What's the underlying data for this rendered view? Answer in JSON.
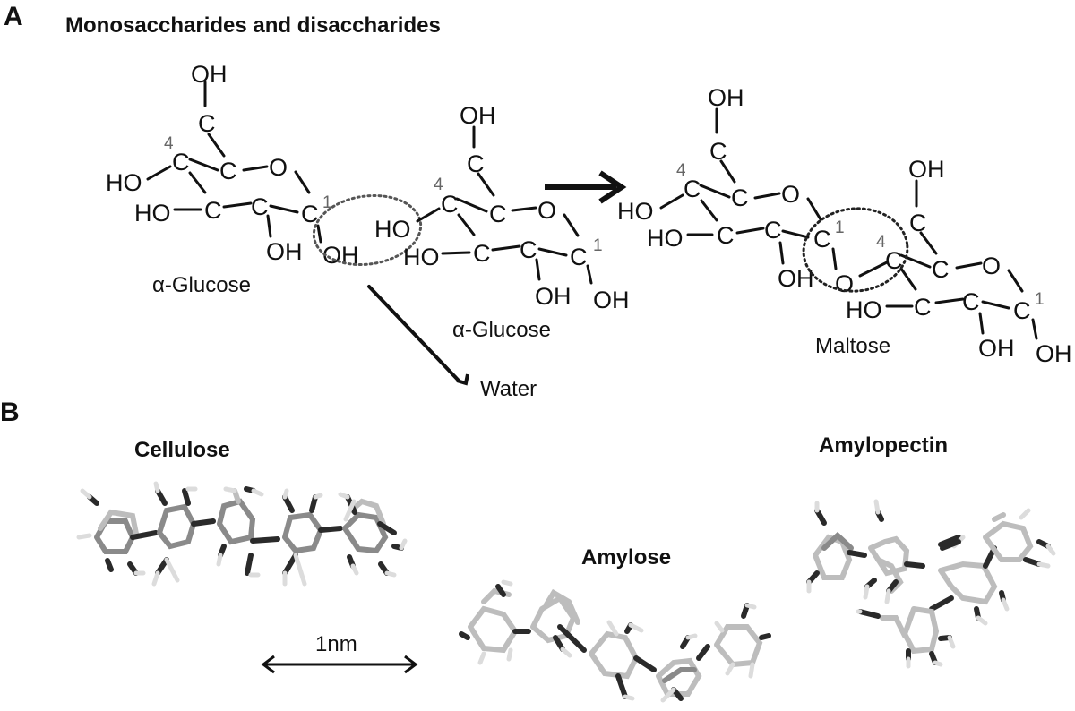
{
  "panel_a": {
    "label": "A",
    "title": "Monosaccharides and disaccharides",
    "glucose1": {
      "name": "α-Glucose",
      "atoms": {
        "oh_top": "OH",
        "c6": "C",
        "c4": "C",
        "c5": "C",
        "o_ring": "O",
        "ho_c4": "HO",
        "ho_c3": "HO",
        "c3": "C",
        "c2": "C",
        "c1": "C",
        "oh_c2": "OH",
        "oh_c1": "OH"
      },
      "num_c4": "4",
      "num_c1": "1"
    },
    "glucose2": {
      "name": "α-Glucose",
      "atoms": {
        "oh_top": "OH",
        "c6": "C",
        "c4": "C",
        "c5": "C",
        "o_ring": "O",
        "ho_c4": "HO",
        "ho_c3": "HO",
        "c3": "C",
        "c2": "C",
        "c1": "C",
        "oh_c2": "OH",
        "oh_c1": "OH"
      },
      "num_c4": "4",
      "num_c1": "1"
    },
    "byproduct": "Water",
    "maltose": {
      "name": "Maltose",
      "ring1": {
        "oh_top": "OH",
        "c6": "C",
        "c4": "C",
        "c5": "C",
        "o_ring": "O",
        "ho_c4": "HO",
        "ho_c3": "HO",
        "c3": "C",
        "c2": "C",
        "c1": "C",
        "oh_c2": "OH",
        "num_c4": "4",
        "num_c1": "1"
      },
      "bridge_o": "O",
      "ring2": {
        "oh_top": "OH",
        "c6": "C",
        "c4": "C",
        "c5": "C",
        "o_ring": "O",
        "ho_c3": "HO",
        "c3": "C",
        "c2": "C",
        "c1": "C",
        "oh_c2": "OH",
        "oh_c1": "OH",
        "num_c4": "4",
        "num_c1": "1"
      }
    }
  },
  "panel_b": {
    "label": "B",
    "molecules": [
      "Cellulose",
      "Amylose",
      "Amylopectin"
    ],
    "scale_bar": "1nm"
  }
}
